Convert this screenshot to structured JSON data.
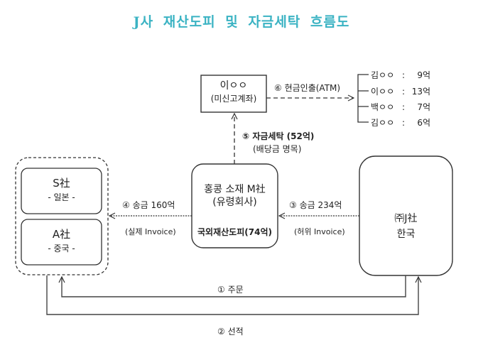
{
  "title": "J사 재산도피 및 자금세탁 흐름도",
  "nodes": {
    "lee_account": {
      "name": "이ㅇㅇ",
      "sub": "(미신고계좌)"
    },
    "m_company": {
      "name": "홍콩 소재 M社",
      "sub": "(유령회사)",
      "note": "국외재산도피(74억)"
    },
    "j_company": {
      "name": "㈜J社",
      "sub": "한국"
    },
    "s_company": {
      "name": "S社",
      "sub": "- 일본 -"
    },
    "a_company": {
      "name": "A社",
      "sub": "- 중국 -"
    }
  },
  "flows": {
    "step1": {
      "label": "① 주문"
    },
    "step2": {
      "label": "② 선적"
    },
    "step3": {
      "label": "③ 송금 234억",
      "sub": "(허위 Invoice)"
    },
    "step4": {
      "label": "④ 송금 160억",
      "sub": "(실제 Invoice)"
    },
    "step5": {
      "label": "⑤ 자금세탁 (52억)",
      "sub": "(배당금 명목)"
    },
    "step6": {
      "label": "⑥ 현금인출(ATM)"
    }
  },
  "withdrawals": [
    {
      "name": "김ㅇㅇ",
      "sep": ":",
      "amount": "9억"
    },
    {
      "name": "이ㅇㅇ",
      "sep": ":",
      "amount": "13억"
    },
    {
      "name": "백ㅇㅇ",
      "sep": ":",
      "amount": "7억"
    },
    {
      "name": "김ㅇㅇ",
      "sep": ":",
      "amount": "6억"
    }
  ]
}
